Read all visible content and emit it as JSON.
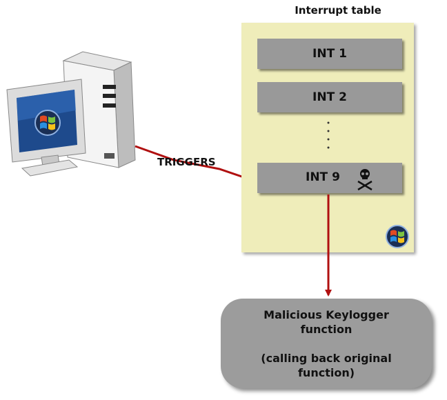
{
  "interrupt_table": {
    "title": "Interrupt table",
    "entries": [
      "INT 1",
      "INT 2",
      "INT 9"
    ]
  },
  "arrow_label": "TRIGGERS",
  "malicious_box": {
    "line1": "Malicious Keylogger",
    "line2": "function",
    "line3": "(calling back original",
    "line4": "function)"
  },
  "icons": {
    "computer": "computer-icon",
    "skull": "skull-crossbones-icon",
    "windows_logo": "windows-logo-icon"
  },
  "colors": {
    "arrow": "#b01010",
    "panel": "#efedba",
    "box": "#999999"
  }
}
